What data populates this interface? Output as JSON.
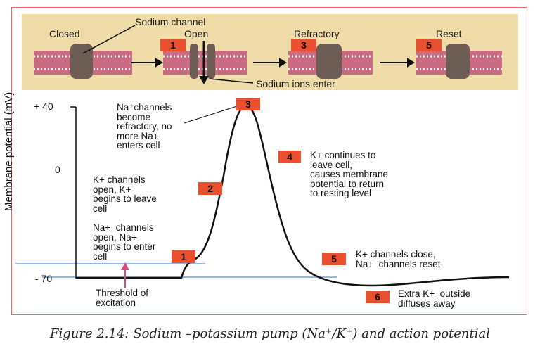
{
  "banner": {
    "stages": [
      "Closed",
      "Open",
      "Refractory",
      "Reset"
    ],
    "stage_numbers": [
      "1",
      "3",
      "5"
    ],
    "sodium_channel_label": "Sodium channel",
    "sodium_enter_label": "Sodium ions enter"
  },
  "axis": {
    "ylabel": "Membrane potential (mV)",
    "ticks": [
      "+ 40",
      "0",
      "- 70"
    ]
  },
  "annotations": {
    "n1": "1",
    "n2": "2",
    "n3": "3",
    "n4": "4",
    "n5": "5",
    "n6": "6",
    "na_refractory": "Na⁺channels\nbecome\nrefractory, no\nmore Na+\nenters cell",
    "k_continues": "K+ continues to\nleave cell,\ncauses membrane\npotential to return\nto resting level",
    "k_open": "K+ channels\nopen, K+\nbegins to leave\ncell",
    "na_open": "Na+  channels\nopen, Na+\nbegins to enter\ncell",
    "k_close": "K+ channels close,\nNa+  channels reset",
    "threshold": "Threshold of\nexcitation",
    "extra_k": "Extra K+  outside\ndiffuses away"
  },
  "caption": "Figure 2.14: Sodium –potassium pump (Na⁺/K⁺) and action potential",
  "colors": {
    "banner_bg": "#efdca8",
    "number_box": "#e8502f",
    "membrane": "#c4577b",
    "guide_line": "#4a90e2",
    "threshold_arrow": "#e0457b",
    "frame": "#e06a6a"
  }
}
